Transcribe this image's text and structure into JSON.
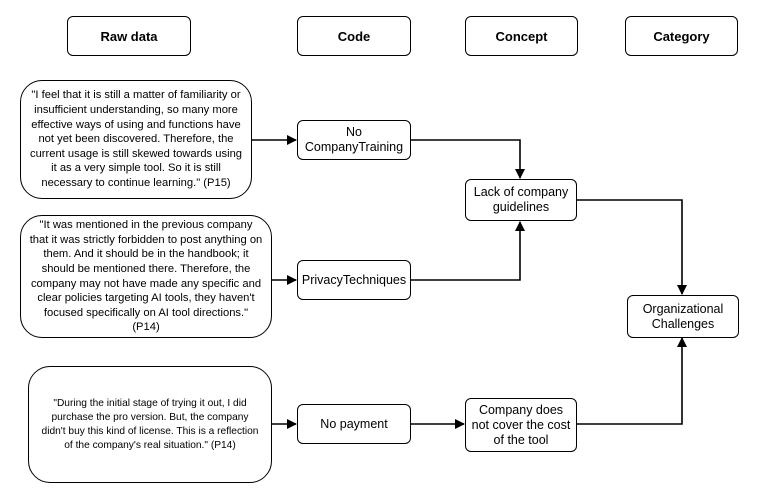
{
  "headers": {
    "raw_data": "Raw data",
    "code": "Code",
    "concept": "Concept",
    "category": "Category"
  },
  "raw_data": {
    "quote_1": "\"I feel that it is still a matter of familiarity or insufficient understanding, so many more effective ways of using and functions have not yet been discovered. Therefore, the current usage is still skewed towards using it as a very simple tool. So it is still necessary to continue learning.\" (P15)",
    "quote_2": "\"It was mentioned in the previous company that it was strictly forbidden to post anything on them. And it should be in the handbook; it should be mentioned there. Therefore, the company may not have made any specific and clear policies targeting AI tools, they haven't focused specifically on AI tool directions.\" (P14)",
    "quote_3": "\"During the initial stage of trying it out, I did purchase the pro version. But, the company didn't buy this kind of license. This is a reflection of the company's real situation.\" (P14)"
  },
  "codes": {
    "code_1": "No CompanyTraining",
    "code_2": "PrivacyTechniques",
    "code_3": "No payment"
  },
  "concepts": {
    "concept_1": "Lack of company guidelines",
    "concept_2": "Company does not cover the cost of the tool"
  },
  "categories": {
    "category_1": "Organizational Challenges"
  }
}
